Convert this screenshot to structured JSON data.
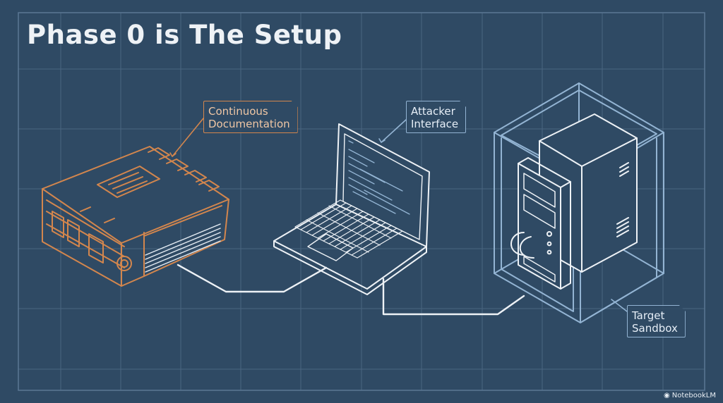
{
  "title": "Phase 0 is The Setup",
  "labels": {
    "documentation": [
      "Continuous",
      "Documentation"
    ],
    "attacker": [
      "Attacker",
      "Interface"
    ],
    "target": [
      "Target",
      "Sandbox"
    ]
  },
  "watermark": "NotebookLM",
  "icons": {
    "documentation": "binder-icon",
    "attacker": "laptop-icon",
    "target": "server-cage-icon",
    "watermark": "notebooklm-logo-icon"
  },
  "colors": {
    "background": "#2f4a64",
    "grid": "#4a6580",
    "outline": "#e6edf4",
    "orange": "#d3864d",
    "blue": "#93b4d3"
  }
}
